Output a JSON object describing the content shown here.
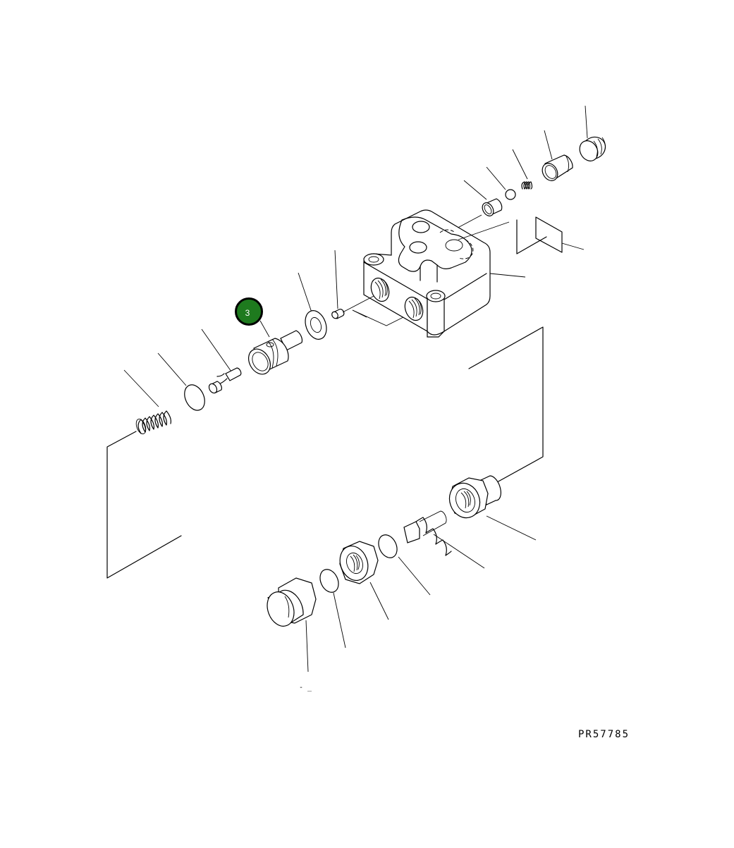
{
  "diagram": {
    "type": "exploded-parts-diagram",
    "drawing_code": "PR57785",
    "callouts": [
      {
        "number": "3",
        "color": "#1e7a1e",
        "target": "valve-spool-sleeve"
      }
    ],
    "stray_mark": "- _",
    "parts": [
      "valve-body-housing",
      "plug-large-top",
      "sleeve-cylinder",
      "small-spring-top",
      "ball",
      "seat-bushing",
      "small-plug-pin",
      "washer",
      "valve-spool-sleeve",
      "poppet",
      "o-ring-left",
      "spring-large-left",
      "hex-adapter-fitting",
      "set-screw",
      "o-ring-lower-right",
      "hex-nut-lower",
      "o-ring-lower-left",
      "hex-cap-plug"
    ]
  }
}
